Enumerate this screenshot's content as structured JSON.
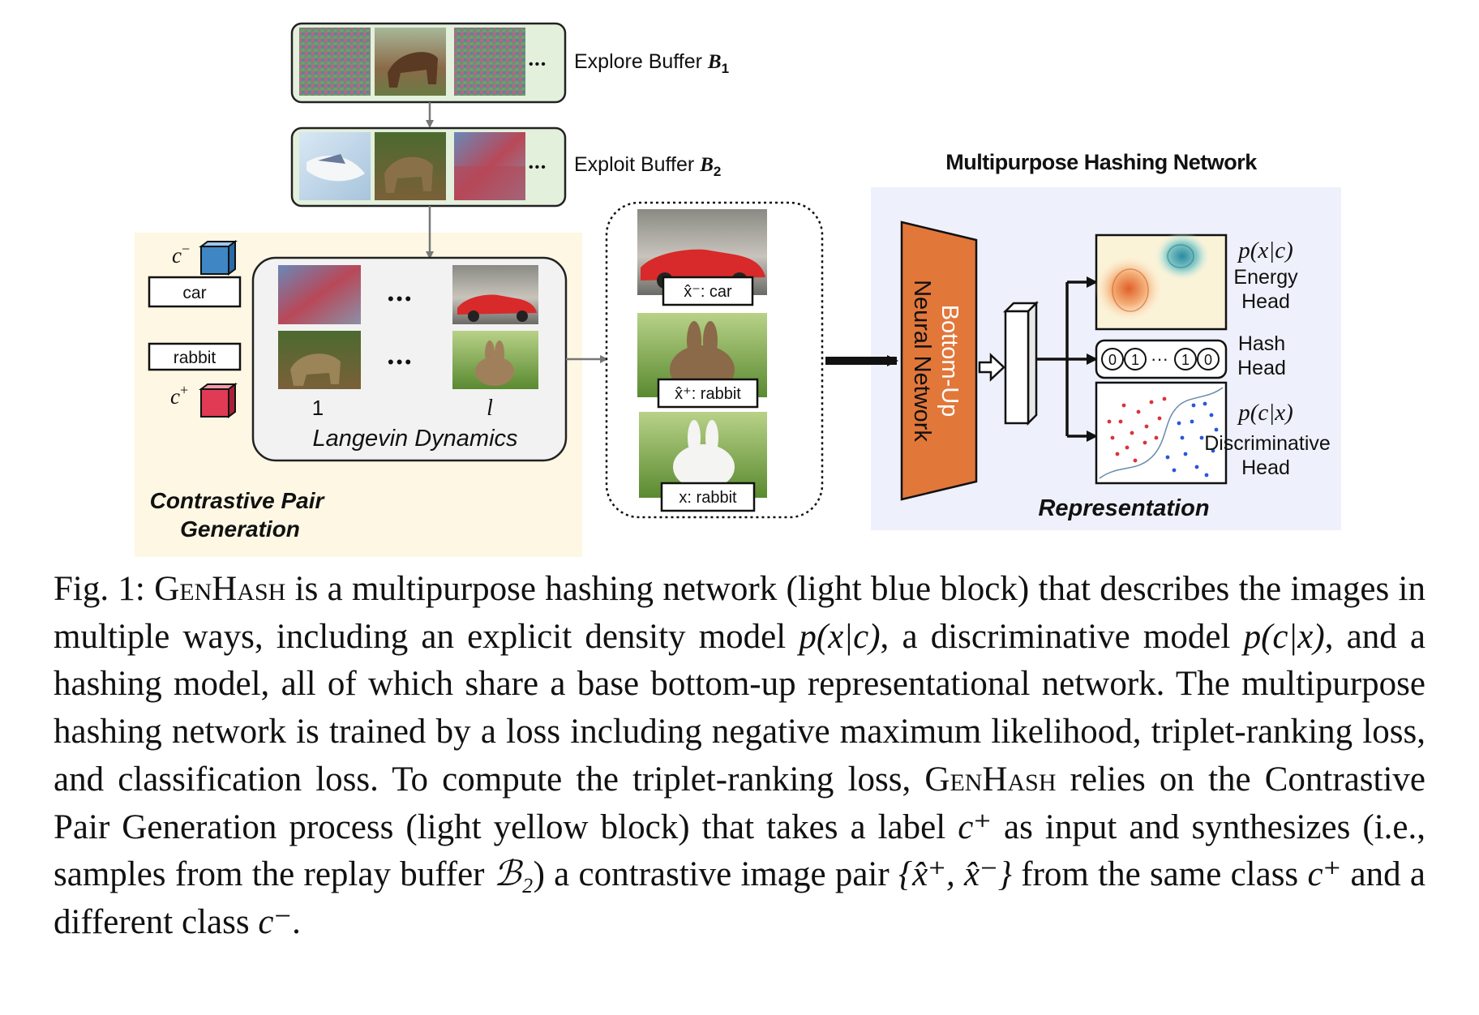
{
  "buffers": {
    "explore_label": "Explore Buffer",
    "explore_symbol": "B",
    "explore_sub": "1",
    "exploit_label": "Exploit Buffer",
    "exploit_symbol": "B",
    "exploit_sub": "2",
    "dots": "•••"
  },
  "pair_generation": {
    "c_minus_symbol": "c",
    "c_minus_sup": "−",
    "c_plus_symbol": "c",
    "c_plus_sup": "+",
    "label_car": "car",
    "label_rabbit": "rabbit",
    "ellipsis": "•••",
    "step_first": "1",
    "step_last": "l",
    "langevin_label": "Langevin Dynamics",
    "title_line1": "Contrastive Pair",
    "title_line2": "Generation"
  },
  "samples": {
    "car_label": "x̂⁻: car",
    "rabbit_pos_label": "x̂⁺: rabbit",
    "rabbit_label": "x: rabbit"
  },
  "network": {
    "title": "Multipurpose Hashing Network",
    "backbone_line1": "Bottom-Up",
    "backbone_line2": "Neural Network",
    "energy_formula": "p(x|c)",
    "energy_line1": "Energy",
    "energy_line2": "Head",
    "hash_line1": "Hash",
    "hash_line2": "Head",
    "hash_bits": [
      "0",
      "1",
      "1",
      "0"
    ],
    "hash_ellipsis": "···",
    "disc_formula": "p(c|x)",
    "disc_line1": "Discriminative",
    "disc_line2": "Head",
    "representation": "Representation"
  },
  "caption": {
    "fig_label": "Fig. 1:",
    "method": "GenHash",
    "p1": " is a multipurpose hashing network (light blue block) that describes the images in multiple ways, including an explicit density model ",
    "m1": "p(x|c)",
    "p2": ", a discriminative model ",
    "m2": "p(c|x)",
    "p3": ", and a hashing model, all of which share a base bottom-up representational network. The multipurpose hashing network is trained by a loss including negative maximum likelihood, triplet-ranking loss, and classification loss. To compute the triplet-ranking loss, ",
    "p4": " relies on the Contrastive Pair Generation process (light yellow block) that takes a label ",
    "m3": "c⁺",
    "p5": " as input and synthesizes (i.e., samples from the replay buffer ",
    "m4": "ℬ₂",
    "p6": ") a contrastive image pair ",
    "m5": "{x̂⁺, x̂⁻}",
    "p7": " from the same class ",
    "m6": "c⁺",
    "p8": " and a different class ",
    "m7": "c⁻",
    "p9": "."
  },
  "colors": {
    "yellow_block": "#fdf7e3",
    "blue_block": "#eef1fb",
    "buffer_fill": "#e3f0dc",
    "backbone": "#e2773a",
    "cube_blue": "#3e86c4",
    "cube_red": "#e03a55"
  }
}
